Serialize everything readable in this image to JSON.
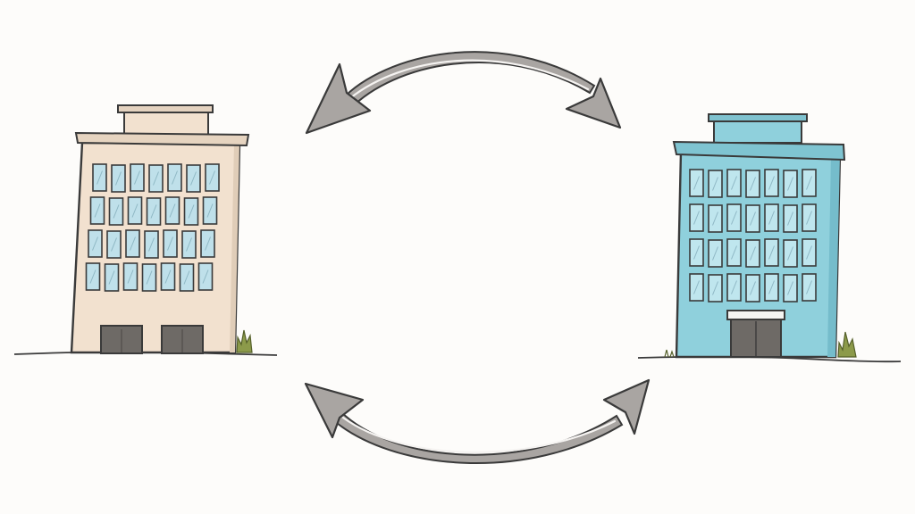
{
  "colors": {
    "background": "#fdfcfa",
    "ink": "#3a3a3a",
    "left_building": "#f2e1cf",
    "right_building": "#8fd0dc",
    "window": "#bfe0ea",
    "door": "#6e6a66",
    "arrow_fill": "#a9a5a2",
    "grass": "#8c9a4a"
  },
  "elements": {
    "left_building": "office-building-beige",
    "right_building": "office-building-blue",
    "top_arrow": "double-headed-curved-arrow",
    "bottom_arrow": "double-headed-curved-arrow"
  }
}
